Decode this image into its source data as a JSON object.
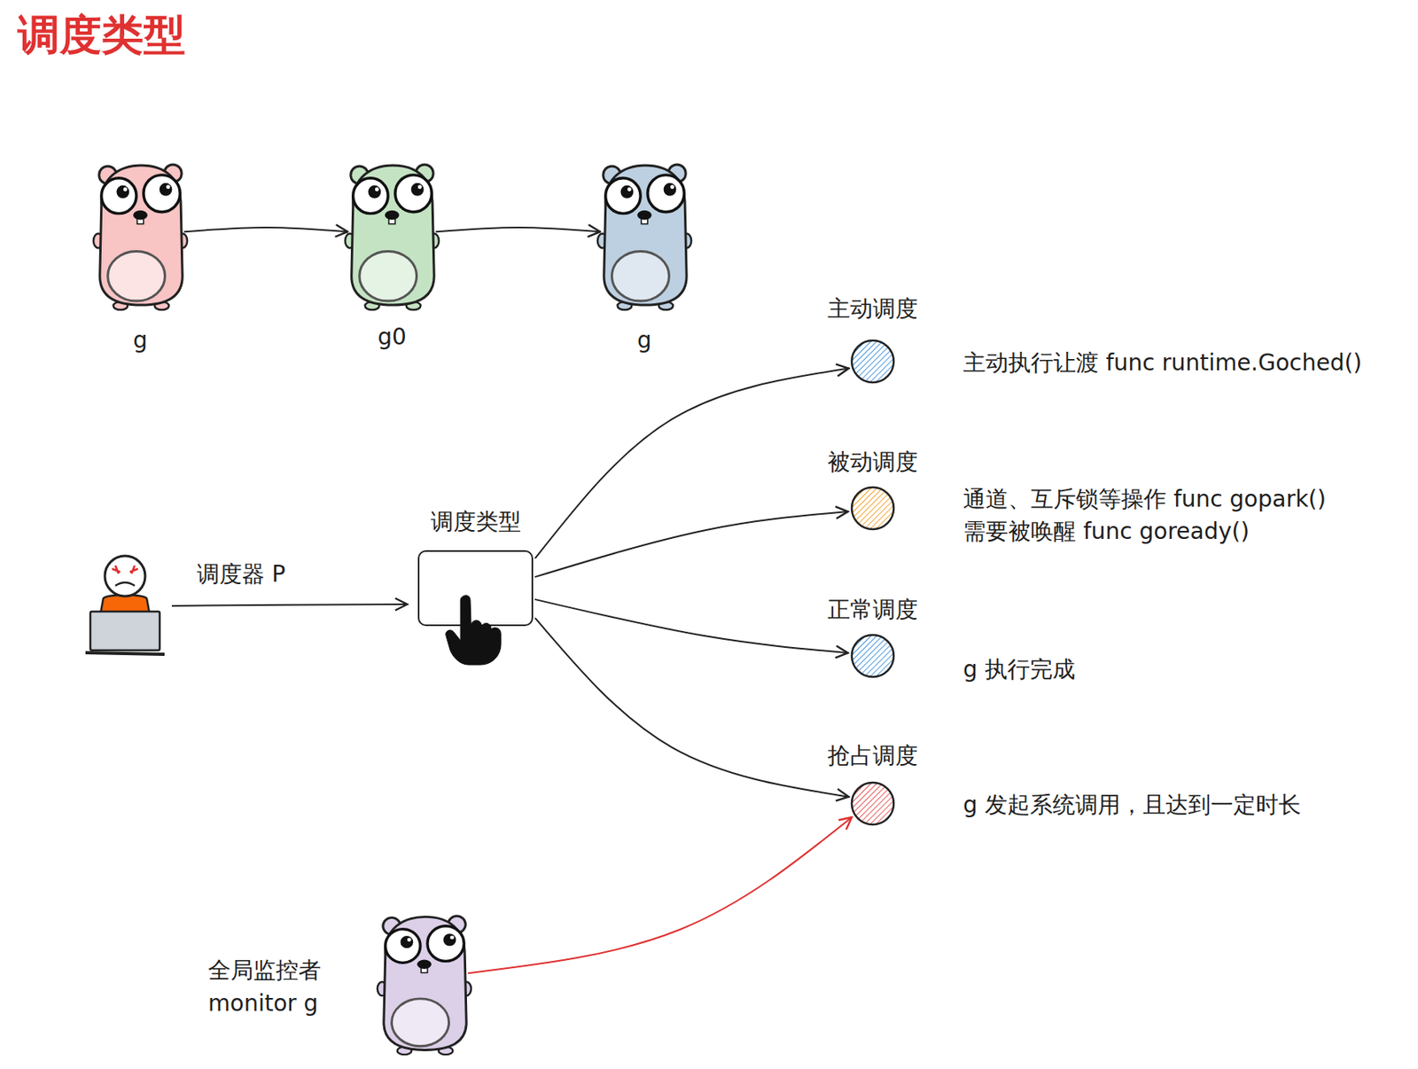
{
  "diagram": {
    "title": "调度类型",
    "nodes": [
      {
        "text": [
          "g"
        ]
      },
      {
        "text": [
          "g0"
        ]
      },
      {
        "text": [
          "g"
        ]
      },
      {
        "text": [
          "调度类型"
        ]
      },
      {
        "text": [
          "主动调度"
        ]
      },
      {
        "text": [
          "被动调度"
        ]
      },
      {
        "text": [
          "正常调度"
        ]
      },
      {
        "text": [
          "抢占调度"
        ]
      },
      {
        "text": [
          "全局监控者 monitor g"
        ]
      }
    ],
    "edges": [
      {
        "from": 0,
        "to": 1,
        "arrow": "to"
      },
      {
        "from": 1,
        "to": 2,
        "arrow": "to"
      },
      {
        "from": 3,
        "to": 4,
        "arrow": "to"
      },
      {
        "from": 3,
        "to": 5,
        "arrow": "to"
      },
      {
        "from": 3,
        "to": 6,
        "arrow": "to"
      },
      {
        "from": 3,
        "to": 7,
        "arrow": "to"
      },
      {
        "from": 8,
        "to": 7,
        "arrow": "to"
      }
    ],
    "labels": [
      "调度器 P",
      "主动执行让渡 func runtime.Goched()",
      "通道、互斥锁等操作 func gopark()",
      "需要被唤醒 func goready()",
      "g 执行完成",
      "g 发起系统调用，且达到一定时长"
    ]
  }
}
